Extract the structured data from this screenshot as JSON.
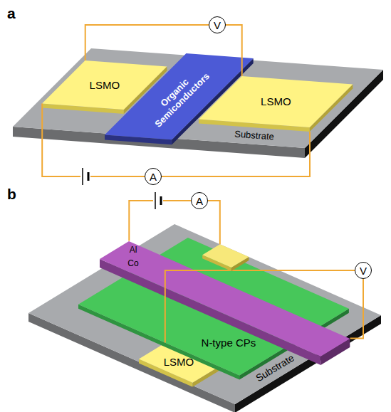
{
  "diagram": {
    "nodes": [
      {
        "text": [
          "V"
        ]
      },
      {
        "text": [
          "LSMO"
        ]
      },
      {
        "text": [
          "Organic Semiconductors"
        ]
      },
      {
        "text": [
          "LSMO"
        ]
      },
      {
        "text": [
          "Substrate"
        ]
      },
      {
        "text": [
          "A"
        ]
      },
      {
        "text": [
          "A"
        ]
      },
      {
        "text": [
          "Al",
          "Co"
        ]
      },
      {
        "text": [
          "N-type CPs"
        ]
      },
      {
        "text": [
          "V"
        ]
      },
      {
        "text": [
          "LSMO"
        ]
      },
      {
        "text": [
          "Substrate"
        ]
      }
    ],
    "edges": [
      {
        "from": 0,
        "to": 1,
        "arrow": "none"
      },
      {
        "from": 0,
        "to": 3,
        "arrow": "none"
      },
      {
        "from": 5,
        "to": 1,
        "arrow": "none"
      },
      {
        "from": 5,
        "to": 3,
        "arrow": "none"
      },
      {
        "from": 6,
        "to": 7,
        "arrow": "none"
      },
      {
        "from": 9,
        "to": 10,
        "arrow": "none"
      },
      {
        "from": 9,
        "to": 7,
        "arrow": "none"
      }
    ],
    "labels": [
      "a",
      "b"
    ]
  }
}
